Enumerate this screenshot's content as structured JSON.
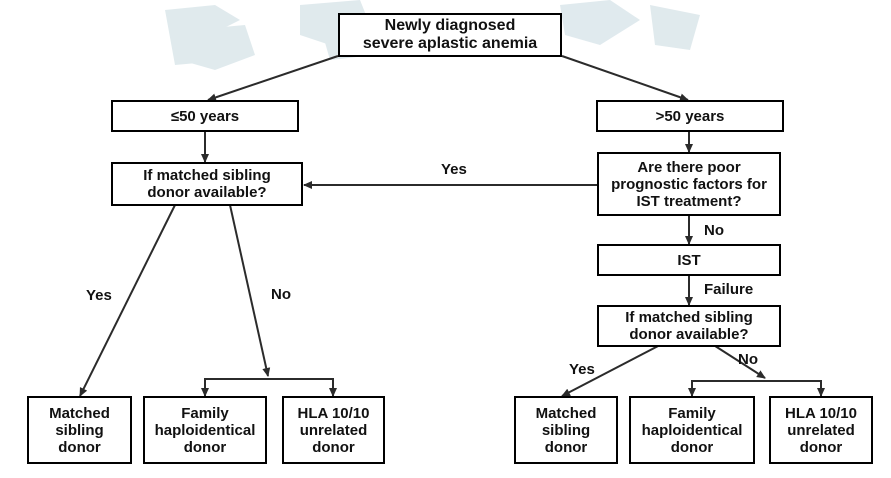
{
  "nodes": {
    "root": "Newly diagnosed\nsevere aplastic anemia",
    "le50": "≤50 years",
    "gt50": ">50 years",
    "left_question": "If matched sibling\ndonor available?",
    "prognostic_question": "Are there poor\nprognostic factors for\nIST treatment?",
    "ist": "IST",
    "right_question": "If matched sibling\ndonor available?",
    "left_matched": "Matched\nsibling\ndonor",
    "left_haplo": "Family\nhaploidentical\ndonor",
    "left_unrelated": "HLA 10/10\nunrelated\ndonor",
    "right_matched": "Matched\nsibling\ndonor",
    "right_haplo": "Family\nhaploidentical\ndonor",
    "right_unrelated": "HLA 10/10\nunrelated\ndonor"
  },
  "edge_labels": {
    "prognostic_yes": "Yes",
    "prognostic_no": "No",
    "ist_failure": "Failure",
    "left_yes": "Yes",
    "left_no": "No",
    "right_yes": "Yes",
    "right_no": "No"
  },
  "colors": {
    "line": "#2b2b2b",
    "box_border": "#000000",
    "watermark": "#dde8ec"
  }
}
